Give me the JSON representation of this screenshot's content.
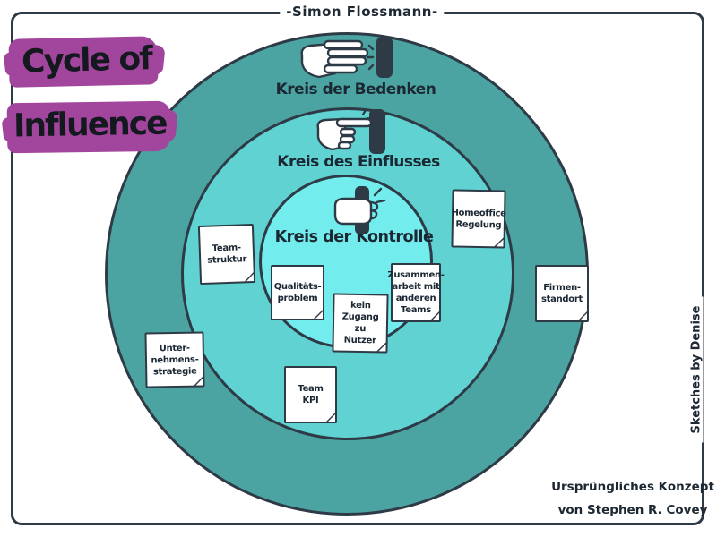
{
  "credits": {
    "top": "-Simon Flossmann-",
    "side": "Sketches by Denise",
    "footer_line1": "Ursprüngliches Konzept",
    "footer_line2": "von Stephen R. Covey"
  },
  "title": {
    "line1": "Cycle of",
    "line2": "Influence",
    "highlight_color": "#A2459D",
    "text_color": "#14191f"
  },
  "diagram": {
    "outline_color": "#2E3A45",
    "rings": [
      {
        "label": "Kreis der Bedenken",
        "fill": "#4BA4A1",
        "icon": "open-hand-pushing-switch-icon"
      },
      {
        "label": "Kreis des Einflusses",
        "fill": "#5FD2D1",
        "icon": "finger-touching-switch-icon"
      },
      {
        "label": "Kreis der Kontrolle",
        "fill": "#73ECED",
        "icon": "hand-gripping-switch-icon"
      }
    ],
    "sticky_notes": [
      {
        "text": "Team-\nstruktur",
        "ring": "Kreis des Einflusses"
      },
      {
        "text": "Qualitäts-\nproblem",
        "ring": "Kreis der Kontrolle"
      },
      {
        "text": "kein\nZugang zu\nNutzer",
        "ring": "Kreis der Kontrolle"
      },
      {
        "text": "Zusammen-\narbeit mit\nanderen\nTeams",
        "ring": "Kreis der Kontrolle"
      },
      {
        "text": "Homeoffice\nRegelung",
        "ring": "Kreis des Einflusses"
      },
      {
        "text": "Firmen-\nstandort",
        "ring": "Kreis der Bedenken"
      },
      {
        "text": "Unter-\nnehmens-\nstrategie",
        "ring": "Kreis der Bedenken"
      },
      {
        "text": "Team\nKPI",
        "ring": "Kreis des Einflusses"
      }
    ]
  }
}
